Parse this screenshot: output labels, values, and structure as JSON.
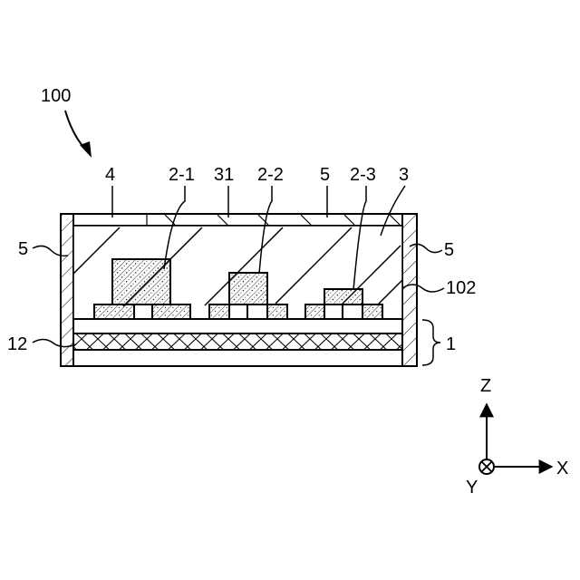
{
  "labels": {
    "device": "100",
    "layer_4": "4",
    "chip_1": "2-1",
    "layer_31": "31",
    "chip_2": "2-2",
    "layer_5_top": "5",
    "chip_3": "2-3",
    "encap_3": "3",
    "side_5_left": "5",
    "side_5_right": "5",
    "surface_102": "102",
    "layer_12": "12",
    "substrate_1": "1"
  },
  "axes": {
    "z": "Z",
    "x": "X",
    "y": "Y"
  },
  "colors": {
    "line": "#000000",
    "background": "#ffffff"
  }
}
